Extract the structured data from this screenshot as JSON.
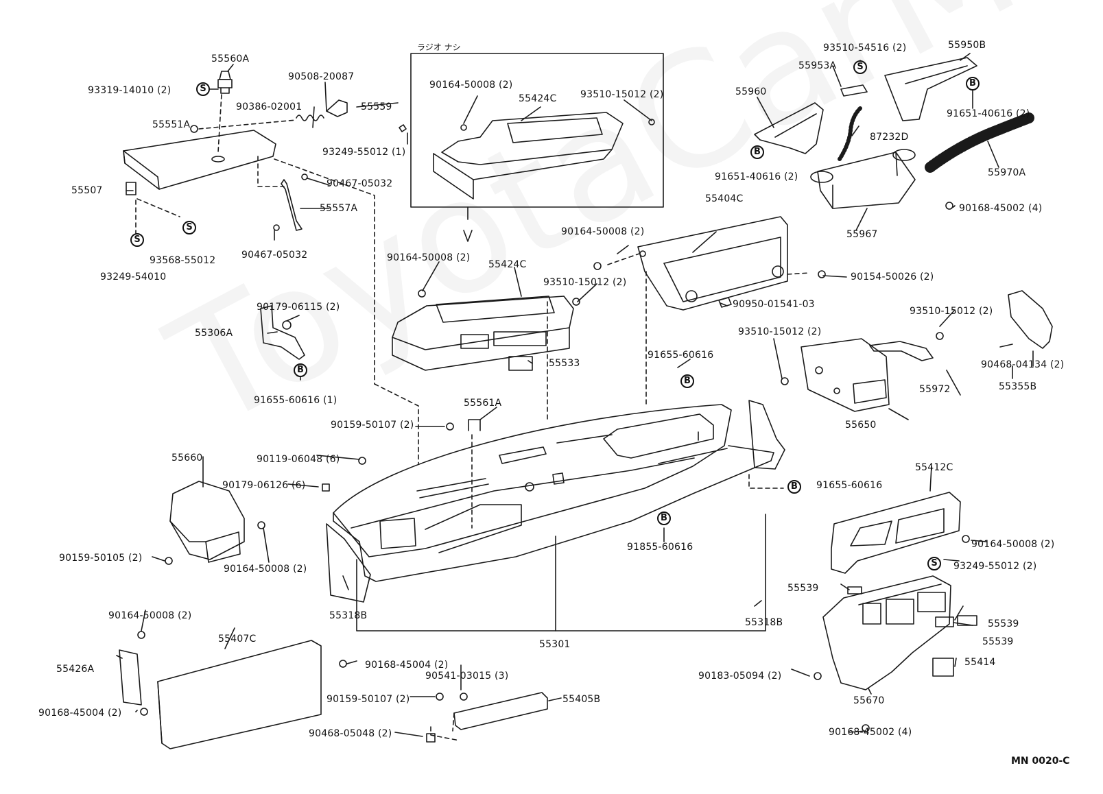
{
  "watermark": "ToyotaCarMine.ru",
  "box_label": "ラジオ ナシ",
  "diagram_code": "MN 0020-C",
  "labels": [
    {
      "id": "55560A",
      "text": "55560A"
    },
    {
      "id": "93319-14010",
      "text": "93319-14010 (2)"
    },
    {
      "id": "90508-20087",
      "text": "90508-20087"
    },
    {
      "id": "90386-02001",
      "text": "90386-02001"
    },
    {
      "id": "55559",
      "text": "55559"
    },
    {
      "id": "55551A",
      "text": "55551A"
    },
    {
      "id": "93249-55012a",
      "text": "93249-55012 (1)"
    },
    {
      "id": "55507",
      "text": "55507"
    },
    {
      "id": "90467-05032a",
      "text": "90467-05032"
    },
    {
      "id": "55557A",
      "text": "55557A"
    },
    {
      "id": "90467-05032b",
      "text": "90467-05032"
    },
    {
      "id": "93568-55012",
      "text": "93568-55012"
    },
    {
      "id": "93249-54010",
      "text": "93249-54010"
    },
    {
      "id": "90179-06115",
      "text": "90179-06115 (2)"
    },
    {
      "id": "55306A",
      "text": "55306A"
    },
    {
      "id": "91655-60616a",
      "text": "91655-60616 (1)"
    },
    {
      "id": "90164-50008a",
      "text": "90164-50008 (2)"
    },
    {
      "id": "55424Ca",
      "text": "55424C"
    },
    {
      "id": "93510-15012a",
      "text": "93510-15012 (2)"
    },
    {
      "id": "90164-50008b",
      "text": "90164-50008 (2)"
    },
    {
      "id": "55424Cb",
      "text": "55424C"
    },
    {
      "id": "93510-15012b",
      "text": "93510-15012 (2)"
    },
    {
      "id": "55533",
      "text": "55533"
    },
    {
      "id": "93510-54516",
      "text": "93510-54516 (2)"
    },
    {
      "id": "55950B",
      "text": "55950B"
    },
    {
      "id": "55953A",
      "text": "55953A"
    },
    {
      "id": "55960",
      "text": "55960"
    },
    {
      "id": "91651-40616a",
      "text": "91651-40616 (2)"
    },
    {
      "id": "87232D",
      "text": "87232D"
    },
    {
      "id": "91651-40616b",
      "text": "91651-40616 (2)"
    },
    {
      "id": "55970A",
      "text": "55970A"
    },
    {
      "id": "90168-45002a",
      "text": "90168-45002 (4)"
    },
    {
      "id": "55967",
      "text": "55967"
    },
    {
      "id": "55404C",
      "text": "55404C"
    },
    {
      "id": "90164-50008c",
      "text": "90164-50008 (2)"
    },
    {
      "id": "90154-50026",
      "text": "90154-50026 (2)"
    },
    {
      "id": "90950-01541-03",
      "text": "90950-01541-03"
    },
    {
      "id": "93510-15012c",
      "text": "93510-15012 (2)"
    },
    {
      "id": "93510-15012d",
      "text": "93510-15012 (2)"
    },
    {
      "id": "91655-60616b",
      "text": "91655-60616"
    },
    {
      "id": "90468-04134",
      "text": "90468-04134 (2)"
    },
    {
      "id": "55972",
      "text": "55972"
    },
    {
      "id": "55355B",
      "text": "55355B"
    },
    {
      "id": "55650",
      "text": "55650"
    },
    {
      "id": "55561A",
      "text": "55561A"
    },
    {
      "id": "90159-50107a",
      "text": "90159-50107 (2)"
    },
    {
      "id": "55660",
      "text": "55660"
    },
    {
      "id": "90119-06048",
      "text": "90119-06048 (6)"
    },
    {
      "id": "90179-06126",
      "text": "90179-06126 (6)"
    },
    {
      "id": "91655-60616c",
      "text": "91655-60616"
    },
    {
      "id": "55412C",
      "text": "55412C"
    },
    {
      "id": "91855-60616",
      "text": "91855-60616"
    },
    {
      "id": "90164-50008d",
      "text": "90164-50008 (2)"
    },
    {
      "id": "90159-50105",
      "text": "90159-50105 (2)"
    },
    {
      "id": "90164-50008e",
      "text": "90164-50008 (2)"
    },
    {
      "id": "93249-55012b",
      "text": "93249-55012 (2)"
    },
    {
      "id": "55539a",
      "text": "55539"
    },
    {
      "id": "55318Ba",
      "text": "55318B"
    },
    {
      "id": "55318Bb",
      "text": "55318B"
    },
    {
      "id": "55539b",
      "text": "55539"
    },
    {
      "id": "55539c",
      "text": "55539"
    },
    {
      "id": "90164-50008f",
      "text": "90164-50008 (2)"
    },
    {
      "id": "55301",
      "text": "55301"
    },
    {
      "id": "55407C",
      "text": "55407C"
    },
    {
      "id": "90168-45004a",
      "text": "90168-45004 (2)"
    },
    {
      "id": "55426A",
      "text": "55426A"
    },
    {
      "id": "90541-03015",
      "text": "90541-03015 (3)"
    },
    {
      "id": "55414",
      "text": "55414"
    },
    {
      "id": "90183-05094",
      "text": "90183-05094 (2)"
    },
    {
      "id": "90159-50107b",
      "text": "90159-50107 (2)"
    },
    {
      "id": "55405B",
      "text": "55405B"
    },
    {
      "id": "55670",
      "text": "55670"
    },
    {
      "id": "90168-45004b",
      "text": "90168-45004 (2)"
    },
    {
      "id": "90468-05048",
      "text": "90468-05048 (2)"
    },
    {
      "id": "90168-45002b",
      "text": "90168-45002 (4)"
    }
  ],
  "symbols": [
    {
      "id": "s1",
      "text": "S"
    },
    {
      "id": "s2",
      "text": "S"
    },
    {
      "id": "s3",
      "text": "S"
    },
    {
      "id": "b1",
      "text": "B"
    },
    {
      "id": "s4",
      "text": "S"
    },
    {
      "id": "b2",
      "text": "B"
    },
    {
      "id": "b3",
      "text": "B"
    },
    {
      "id": "b4",
      "text": "B"
    },
    {
      "id": "b5",
      "text": "B"
    },
    {
      "id": "b6",
      "text": "B"
    },
    {
      "id": "s5",
      "text": "S"
    }
  ]
}
